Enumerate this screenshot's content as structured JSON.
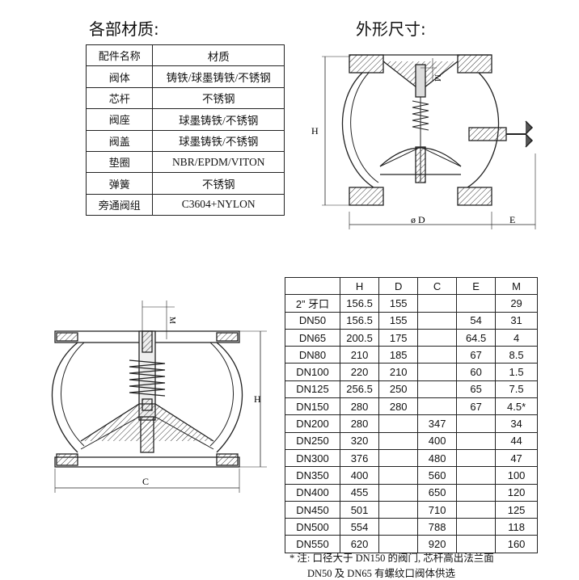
{
  "headings": {
    "materials": "各部材质:",
    "dimensions": "外形尺寸:"
  },
  "materials_table": {
    "header": [
      "配件名称",
      "材质"
    ],
    "rows": [
      [
        "阀体",
        "铸铁/球墨铸铁/不锈钢"
      ],
      [
        "芯杆",
        "不锈钢"
      ],
      [
        "阀座",
        "球墨铸铁/不锈钢"
      ],
      [
        "阀盖",
        "球墨铸铁/不锈钢"
      ],
      [
        "垫圈",
        "NBR/EPDM/VITON"
      ],
      [
        "弹簧",
        "不锈钢"
      ],
      [
        "旁通阀组",
        "C3604+NYLON"
      ]
    ]
  },
  "dimensions_table": {
    "header": [
      "",
      "H",
      "D",
      "C",
      "E",
      "M"
    ],
    "rows": [
      [
        "2” 牙口",
        "156.5",
        "155",
        "",
        "",
        "29"
      ],
      [
        "DN50",
        "156.5",
        "155",
        "",
        "54",
        "31"
      ],
      [
        "DN65",
        "200.5",
        "175",
        "",
        "64.5",
        "4"
      ],
      [
        "DN80",
        "210",
        "185",
        "",
        "67",
        "8.5"
      ],
      [
        "DN100",
        "220",
        "210",
        "",
        "60",
        "1.5"
      ],
      [
        "DN125",
        "256.5",
        "250",
        "",
        "65",
        "7.5"
      ],
      [
        "DN150",
        "280",
        "280",
        "",
        "67",
        "4.5*"
      ],
      [
        "DN200",
        "280",
        "",
        "347",
        "",
        "34"
      ],
      [
        "DN250",
        "320",
        "",
        "400",
        "",
        "44"
      ],
      [
        "DN300",
        "376",
        "",
        "480",
        "",
        "47"
      ],
      [
        "DN350",
        "400",
        "",
        "560",
        "",
        "100"
      ],
      [
        "DN400",
        "455",
        "",
        "650",
        "",
        "120"
      ],
      [
        "DN450",
        "501",
        "",
        "710",
        "",
        "125"
      ],
      [
        "DN500",
        "554",
        "",
        "788",
        "",
        "118"
      ],
      [
        "DN550",
        "620",
        "",
        "920",
        "",
        "160"
      ]
    ]
  },
  "drawing_labels": {
    "top_m": "M",
    "top_h": "H",
    "top_d": "ø D",
    "top_e": "E",
    "bottom_m": "M",
    "bottom_h": "H",
    "bottom_c": "C"
  },
  "notes": {
    "line1": "* 注: 口径大于 DN150 的阀门, 芯杆高出法兰面",
    "line2": "DN50 及 DN65 有螺纹口阀体供选"
  }
}
